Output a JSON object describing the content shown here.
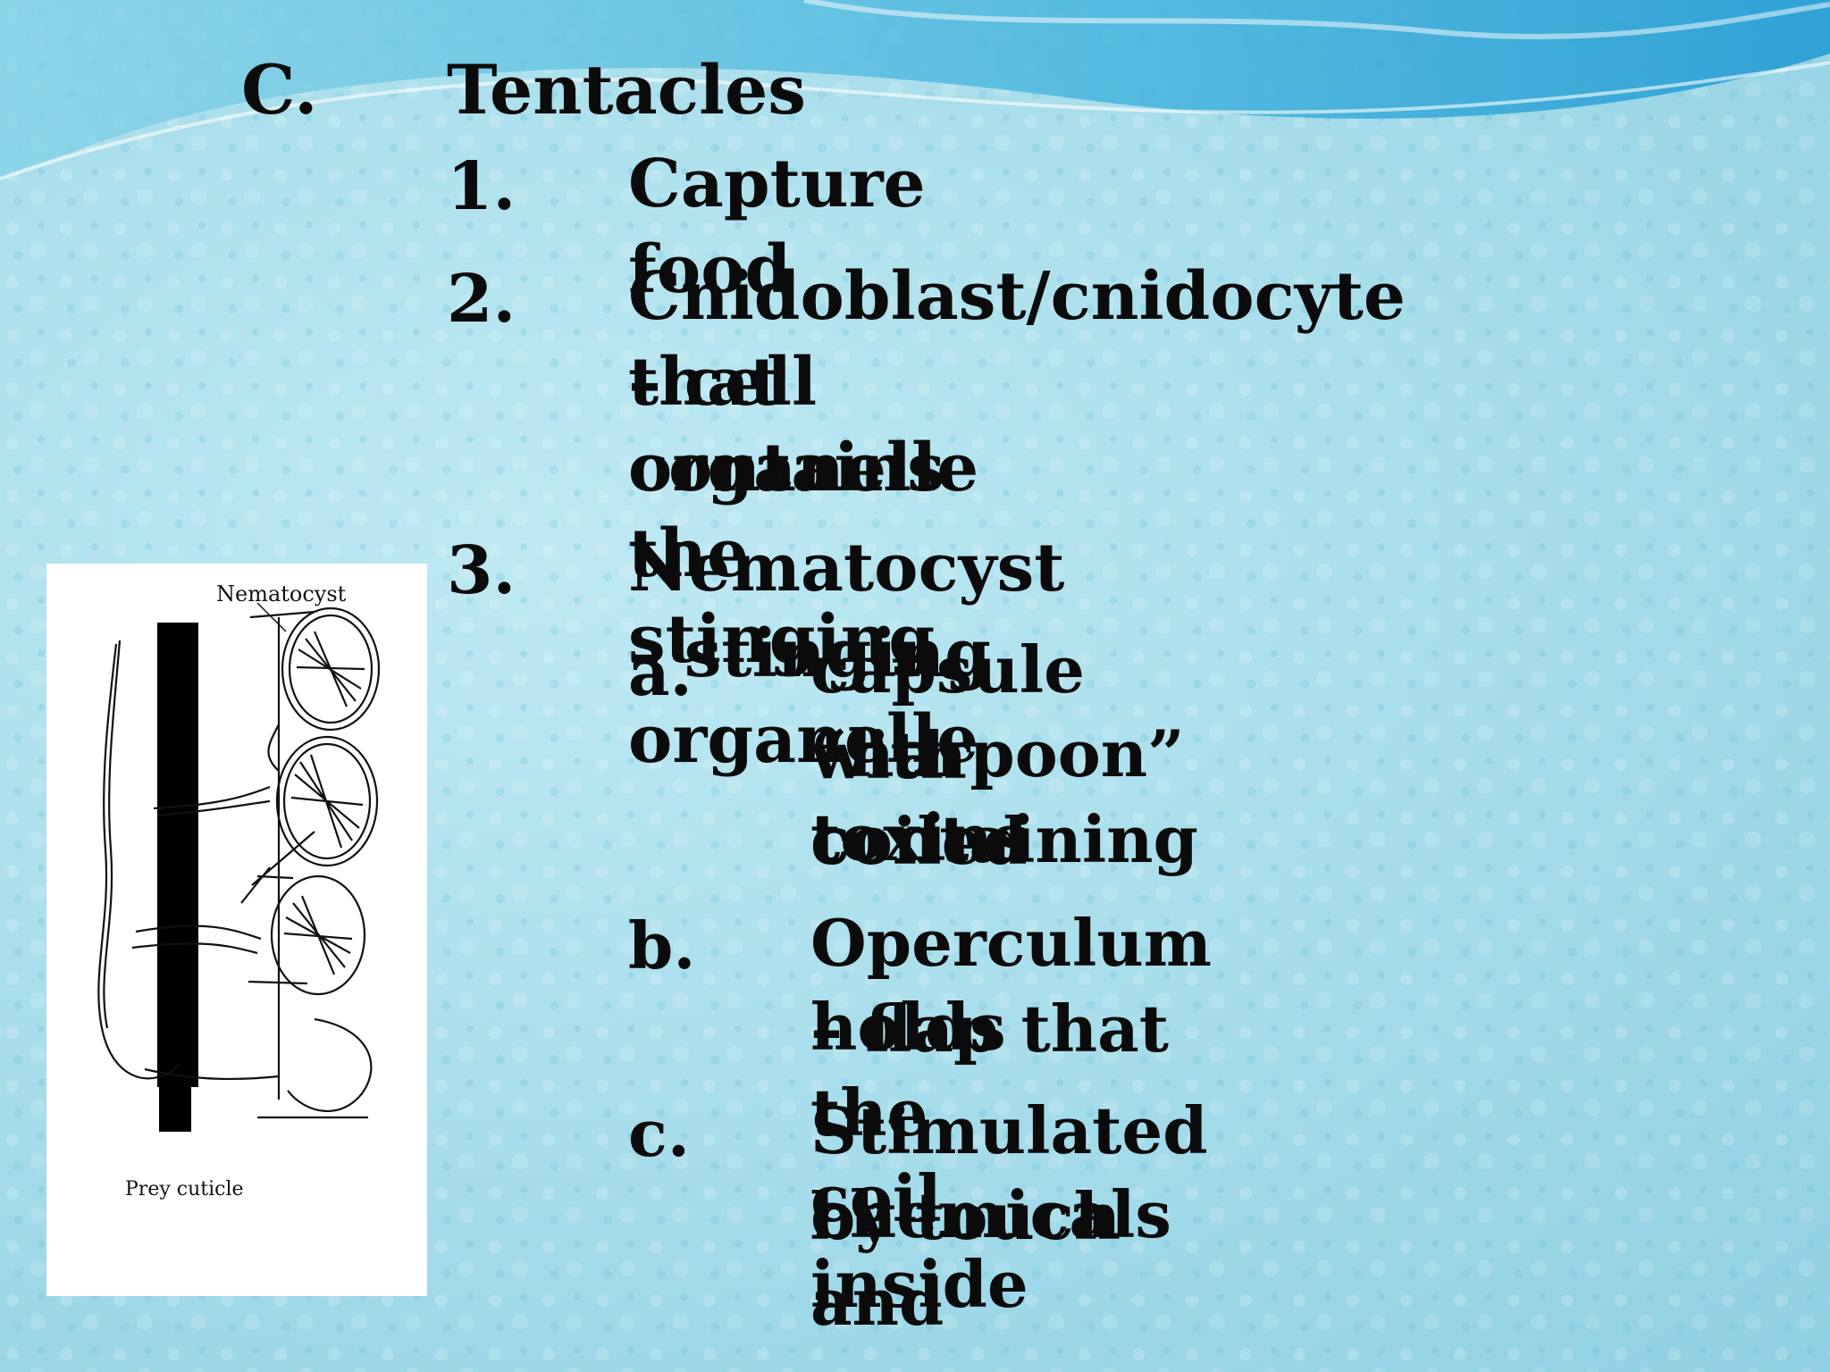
{
  "slide": {
    "section": {
      "letter": "C.",
      "title": "Tentacles"
    },
    "items": [
      {
        "num": "1.",
        "lines": [
          "Capture food"
        ]
      },
      {
        "num": "2.",
        "lines": [
          "Cnidoblast/cnidocyte – cell",
          "that contains the stinging",
          "organelle"
        ]
      },
      {
        "num": "3.",
        "lines": [
          "Nematocyst – stinging organelle"
        ]
      }
    ],
    "subitems": [
      {
        "num": "a.",
        "lines": [
          "capsule with coiled",
          "“harpoon” containing",
          "toxins"
        ]
      },
      {
        "num": "b.",
        "lines": [
          "Operculum – flap that",
          "holds the coil inside"
        ]
      },
      {
        "num": "c.",
        "lines": [
          "Stimulated by touch and",
          "chemicals"
        ]
      }
    ]
  },
  "figure": {
    "label_top": "Nematocyst",
    "label_bottom": "Prey cuticle"
  },
  "colors": {
    "background": "#a6dcea",
    "wave": "#3fb3d9",
    "text": "#0b0b0b"
  }
}
